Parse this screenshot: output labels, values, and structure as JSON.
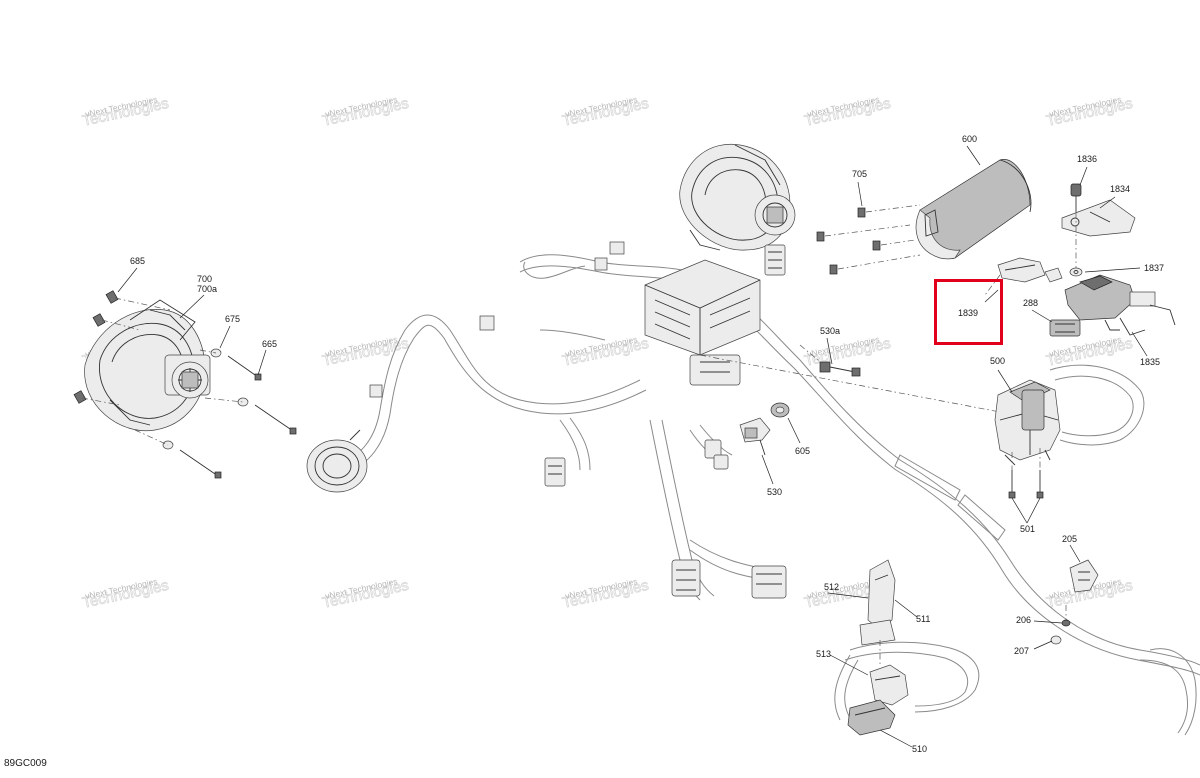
{
  "figure_code": "89GC009",
  "watermark": {
    "line1": "vNext Technologies",
    "line2": "Technologies"
  },
  "highlight": {
    "label": "1839",
    "color": "#e0001b"
  },
  "labels": {
    "p685": "685",
    "p700": "700",
    "p700a": "700a",
    "p675": "675",
    "p665": "665",
    "p600": "600",
    "p705": "705",
    "p1836": "1836",
    "p1834": "1834",
    "p1837": "1837",
    "p288": "288",
    "p1835": "1835",
    "p530a": "530a",
    "p500": "500",
    "p605": "605",
    "p530": "530",
    "p501": "501",
    "p205": "205",
    "p512": "512",
    "p511": "511",
    "p206": "206",
    "p207": "207",
    "p513": "513",
    "p510": "510"
  }
}
